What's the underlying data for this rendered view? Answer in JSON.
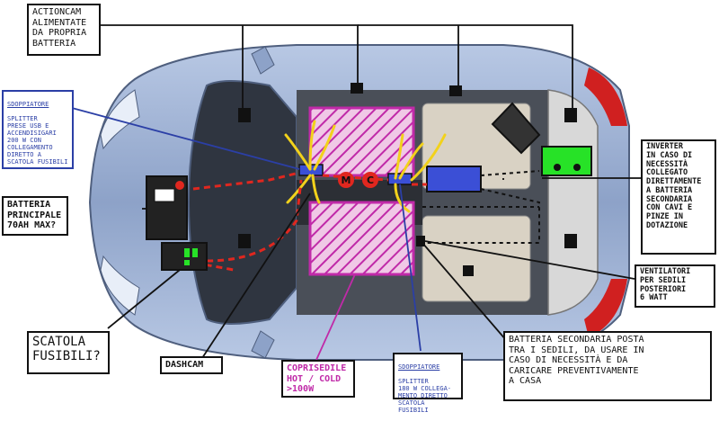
{
  "labels": {
    "actioncam": "ACTIONCAM\nALIMENTATE\nDA PROPRIA\nBATTERIA",
    "sdoppiatore_front_title": "SDOPPIATORE",
    "sdoppiatore_front_body": "SPLITTER\nPRESE USB E\nACCENDISIGARI\n200 W CON\nCOLLEGAMENTO\nDIRETTO A\nSCATOLA FUSIBILI",
    "batteria_principale": "BATTERIA\nPRINCIPALE\n70Ah MAX?",
    "scatola_fusibili": "SCATOLA\nFUSIBILI?",
    "dashcam": "DASHCAM",
    "coprisedile": "COPRISEDILE\nHOT / COLD\n>100W",
    "sdoppiatore_rear_title": "SDOPPIATORE",
    "sdoppiatore_rear_body": "SPLITTER\n180 W COLLEGA-\nMENTO DIRETTO\nSCATOLA FUSIBILI",
    "batteria_secondaria": "BATTERIA SECONDARIA POSTA\nTRA I SEDILI, DA USARE IN\nCASO DI NECESSITÀ E DA\nCARICARE PREVENTIVAMENTE\nA CASA",
    "inverter": "INVERTER\nIN CASO DI\nNECESSITÀ\nCOLLEGATO\nDIRETTAMENTE\nA BATTERIA\nSECONDARIA\nCON CAVI E\nPINZE IN\nDOTAZIONE",
    "ventilatori": "VENTILATORI\nPER SEDILI\nPOSTERIORI\n6 WATT",
    "marker_m": "M",
    "marker_c": "C"
  },
  "colors": {
    "car_body": "#9fb4d6",
    "car_dark": "#5d6f8f",
    "seat_pink": "#d04bc0",
    "splitter_blue": "#3b4fd6",
    "wire_yellow": "#f2d21b",
    "wire_red": "#e0271f",
    "inverter_green": "#27e227",
    "leader_black": "#111111",
    "leader_blue": "#2b3fa6",
    "leader_purple": "#c02aa8"
  },
  "icons": [
    "car-topview-icon",
    "battery-icon",
    "fuse-box-icon",
    "inverter-icon",
    "camera-icon",
    "fan-icon"
  ]
}
